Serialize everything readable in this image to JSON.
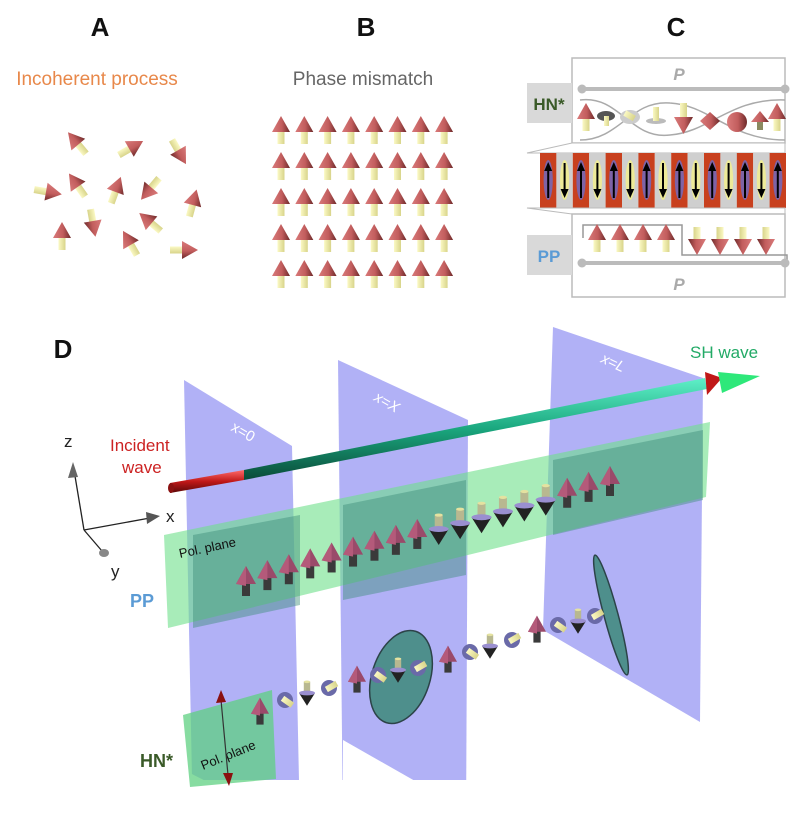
{
  "panels": {
    "a": {
      "letter": "A",
      "title": "Incoherent process",
      "title_color": "#e8884a"
    },
    "b": {
      "letter": "B",
      "title": "Phase mismatch",
      "title_color": "#666666",
      "grid_rows": 5,
      "grid_cols": 8
    },
    "c": {
      "letter": "C",
      "hn_label": "HN*",
      "hn_label_color": "#3a5a28",
      "pp_label": "PP",
      "pp_label_color": "#5b9bd5",
      "period_label_top": "P",
      "period_label_bottom": "P",
      "domain_count": 15
    },
    "d": {
      "letter": "D",
      "incident_label_line1": "Incident",
      "incident_label_line2": "wave",
      "incident_color": "#cc2222",
      "sh_label": "SH wave",
      "sh_color": "#22aa66",
      "plane_labels": [
        "x=0",
        "x=X",
        "x=L"
      ],
      "axis_labels": {
        "z": "z",
        "x": "x",
        "y": "y"
      },
      "pol_plane_label": "Pol. plane",
      "pp_label": "PP",
      "pp_label_color": "#5b9bd5",
      "hn_label": "HN*",
      "hn_label_color": "#3a5a28"
    }
  },
  "colors": {
    "arrow_head": "#c86262",
    "arrow_head_dark": "#7a3030",
    "arrow_shaft": "#f2efa0",
    "plane_blue": "#a9a9f5",
    "plane_green": "#7fe08f",
    "domain_red": "#c8401e",
    "domain_gray": "#cfcfcf"
  }
}
